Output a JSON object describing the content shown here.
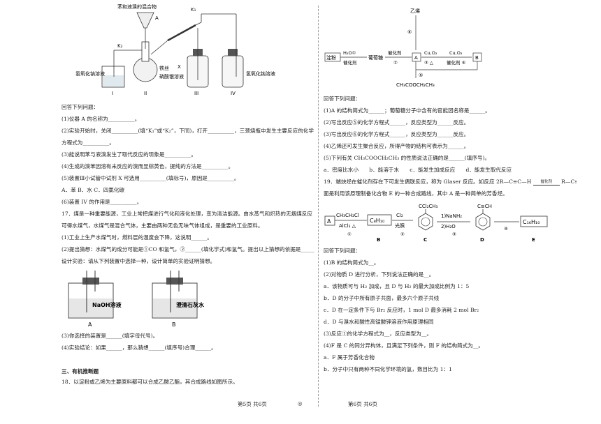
{
  "left": {
    "apparatus": {
      "label_funnel": "苯和液溴的混合物",
      "label_a": "A",
      "label_k2": "K₂",
      "label_k1": "K₁",
      "label_iron": "铁丝",
      "label_x": "X",
      "label_agno3": "硝酸银溶液",
      "label_naoh_left": "氢氧化钠溶液",
      "label_naoh_right": "氢氧化钠溶液",
      "label_i": "I",
      "label_ii": "II",
      "label_iii": "III",
      "label_iv": "IV"
    },
    "lines": [
      "回答下列问题：",
      "(1)仪器 A 的名称为__________。",
      "(2)实验开始时，关闭__________(填“K₁”或“K₂”，下同)，打开__________，三颈烧瓶中发生主要反应的化学",
      "方程式为__________。",
      "(3)能说明苯与液溴发生了取代反应的现象是__________。",
      "(4)生成的溴苯因溶有未反应的溴而显棕黄色，提纯的方法是__________。",
      "(5)装置Ⅲ小试管中试剂 X 可选用__________(填标号)，原因是__________。",
      "A．苯 B．水 C．四氯化碳",
      "(6)装置 IV 的作用是__________。",
      "17．煤是一种重要能源，工业上常把煤进行气化和液化处理，变为清洁能源。由水蒸气和炽热的无烟煤反应",
      "可得水煤气，水煤气是混合气体，主要由两种无色无味气体组成，是重要的工业原料。",
      "(1)工业上生产水煤气时，燃料层的温度会下降，这说明______。",
      "(2)提出猜想：水煤气的成分可能是①CO 和氢气，②______(填化学式)和氢气。提出以上猜想的依据是______。",
      "设计实验：请从下列装置中选择一种，设计简单的实验证明猜想。"
    ],
    "bottles": {
      "a_liquid": "NaOH溶液",
      "a_label": "A",
      "b_liquid": "澄清石灰水",
      "b_label": "B"
    },
    "lines2": [
      "(3)你选择的装置是______(填字母代号)。",
      "(4)实验结论：如果______，那么猜想______(填序号)合理______。"
    ],
    "section": "三、有机推断题",
    "q18": "18．以淀粉或乙烯为主要原料都可以合成乙酸乙酯，其合成路线如图所示。"
  },
  "right": {
    "scheme18": {
      "ethylene": "乙烯",
      "r6": "⑥",
      "starch": "淀粉",
      "cond1a": "H₂O①",
      "cond1b": "催化剂",
      "glucose": "葡萄糖",
      "cond2a": "催化剂",
      "cond2b": "②",
      "box_a": "A",
      "cond3a": "Cu,O₂",
      "cond3b": "③ △",
      "cond4a": "Cu,O₂",
      "cond4b": "催化剂 ④",
      "box_b": "B",
      "r5": "⑤",
      "product": "CH₃COOCH₂CH₃"
    },
    "lines": [
      "回答下列问题：",
      "(1)A 的结构简式为______；葡萄糖分子中含有的官能团名称是______。",
      "(2)写出反应⑤的化学方程式______，反应类型为______反应。",
      "(3)写出反应⑥的化学方程式______，反应类型为______反应。",
      "(4)乙烯还可发生聚合反应，所得产物的结构可表示为______。",
      "(5)下列有关 CH₃COOCH₂CH₃ 的性质说法正确的是______(填序号)。",
      "a．密度比水小　　b．能溶于水　　c．能发生加成反应　　d．能发生取代反应",
      "19．端炔烃在催化剂存在下可发生偶联反应，称为 Glaser 反应。如反应 2R—C≡C—H",
      "面是利用该原理制备化合物 E 的一种合成路线，其中 A 是一种简单的芳香烃。"
    ],
    "glaser_cond": "催化剂",
    "glaser_product": "R—C≡C—C≡C—R+H₂。下",
    "scheme19": {
      "a": "A",
      "reag1a": "CH₃CH₂Cl",
      "reag1b": "AlCl₃  △",
      "r1": "①",
      "b": "C₈H₁₀",
      "b_label": "B",
      "reag2a": "Cl₂",
      "reag2b": "光照",
      "r2": "②",
      "c_sub": "CCl₂CH₃",
      "c_label": "C",
      "reag3a": "1)NaNH₂",
      "reag3b": "2)H₂O",
      "r3": "③",
      "d_sub": "C≡CH",
      "d_label": "D",
      "r4": "④",
      "e": "C₁₆H₁₀",
      "e_label": "E"
    },
    "lines2": [
      "回答下列问题：",
      "(1)B 的结构简式为__。",
      "(2)对物质 D 进行分析，下列说法正确的是__。",
      "a．该物质可与 H₂ 加成，且 D 与 H₂ 的最大加成比例为 1：5",
      "b．D 的分子中所有原子共面，最多六个原子共线",
      "c．D 在一定条件下与 Br₂ 反应时，1 mol D 最多消耗 2 mol Br₂",
      "d．D 与溴水和酸性高锰酸钾溶液作用原理相同",
      "(3)反应①的化学方程式为__，反应类型为__。",
      "(4)F 是 C 的同分异构体，且满足下列条件，则 F 的结构简式为__。",
      "a．F 属于芳香化合物",
      "b．分子中只有两种不同化学环境的氢，数目比为 1：1"
    ]
  },
  "footer": {
    "left": "第5页  共6页",
    "center": "◎",
    "right": "第6页  共6页"
  }
}
